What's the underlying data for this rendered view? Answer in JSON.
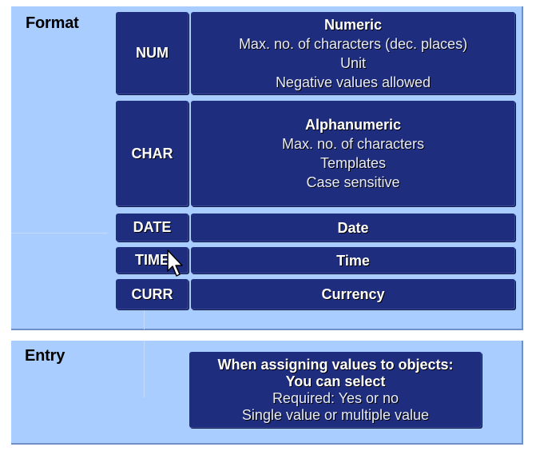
{
  "format_panel": {
    "title": "Format",
    "rows": [
      {
        "code": "NUM",
        "title": "Numeric",
        "lines": [
          "Max. no. of characters (dec. places)",
          "Unit",
          "Negative values allowed"
        ]
      },
      {
        "code": "CHAR",
        "title": "Alphanumeric",
        "lines": [
          "Max. no. of characters",
          "Templates",
          "Case sensitive"
        ]
      },
      {
        "code": "DATE",
        "title": "Date",
        "lines": []
      },
      {
        "code": "TIME",
        "title": "Time",
        "lines": []
      },
      {
        "code": "CURR",
        "title": "Currency",
        "lines": []
      }
    ]
  },
  "entry_panel": {
    "title": "Entry",
    "box": {
      "title_lines": [
        "When assigning values to objects:",
        "You can select"
      ],
      "lines": [
        "Required: Yes or no",
        "Single value or multiple value"
      ]
    }
  },
  "colors": {
    "panel_bg": "#A9CDFF",
    "box_bg": "#1F2D7F",
    "text_light": "#FFFFFF",
    "title_text": "#000000"
  },
  "cursor": {
    "icon": "mouse-pointer-icon"
  }
}
